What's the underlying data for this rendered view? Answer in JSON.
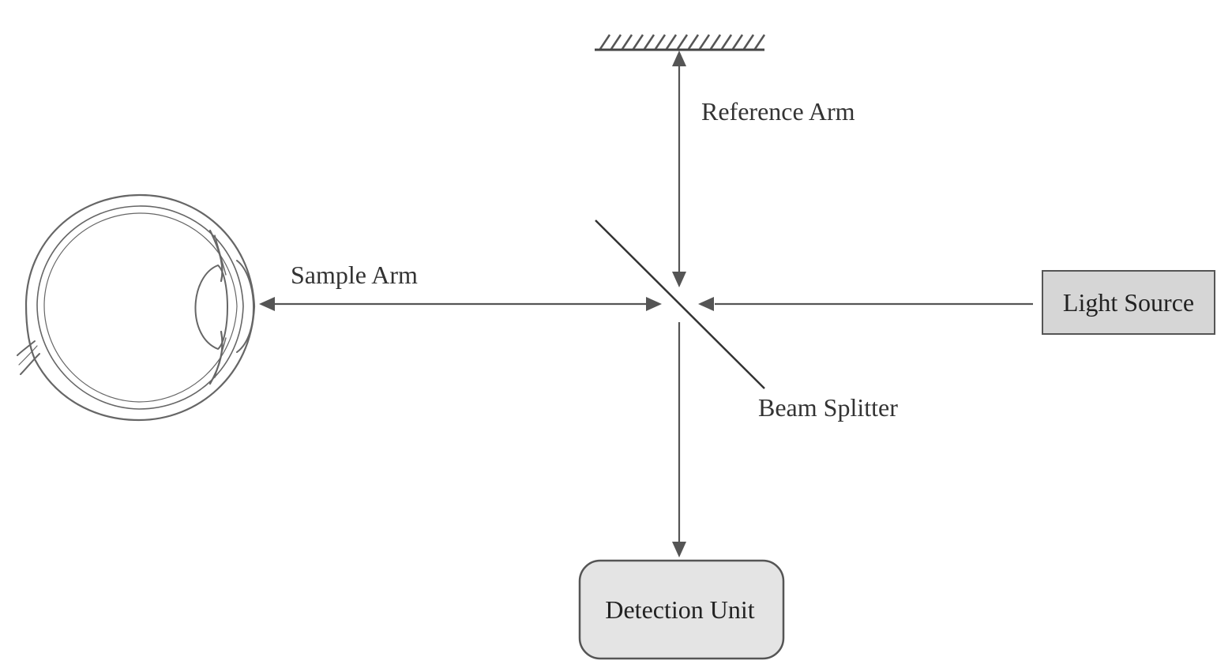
{
  "labels": {
    "reference_arm": "Reference Arm",
    "sample_arm": "Sample Arm",
    "beam_splitter": "Beam Splitter",
    "light_source": "Light Source",
    "detection_unit": "Detection Unit"
  },
  "colors": {
    "line": "#555555",
    "text": "#333333",
    "light_source_fill": "#d6d6d6",
    "detection_unit_fill": "#e4e4e4",
    "box_stroke": "#555555"
  },
  "icons": {
    "mirror": "reference-mirror-icon",
    "eye": "eye-cross-section-icon"
  }
}
